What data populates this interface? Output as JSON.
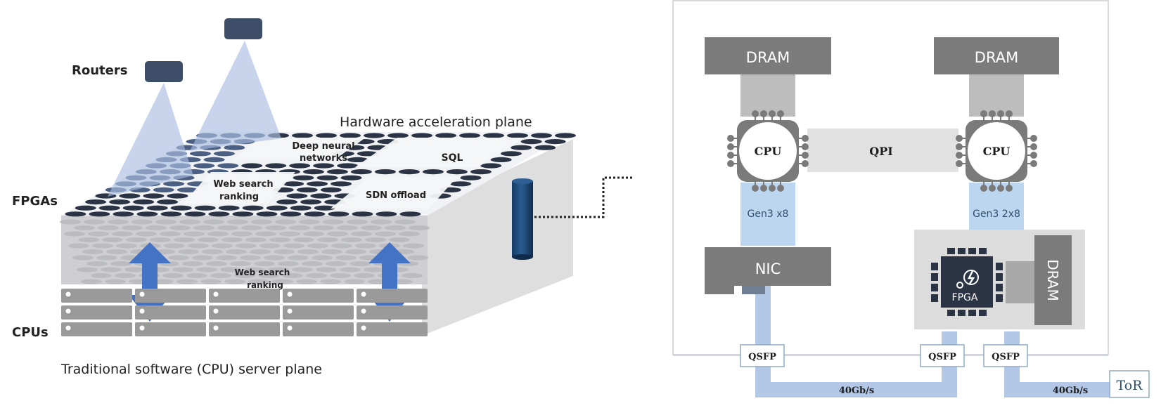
{
  "left_diagram": {
    "labels": {
      "routers": "Routers",
      "fpgas": "FPGAs",
      "cpus": "CPUs",
      "hardware_plane": "Hardware acceleration plane",
      "software_plane": "Traditional software (CPU) server plane"
    },
    "fpga_regions": [
      {
        "line1": "Deep neural",
        "line2": "networks"
      },
      {
        "line1": "SQL",
        "line2": ""
      },
      {
        "line1": "Web search",
        "line2": "ranking"
      },
      {
        "line1": "SDN offload",
        "line2": ""
      }
    ],
    "cpu_region": {
      "line1": "Web search",
      "line2": "ranking"
    },
    "server_grid": {
      "rows": 3,
      "columns": 5
    },
    "colors": {
      "router": "#3f4e68",
      "fpga_dot": "#2b3445",
      "fpga_dot_lit": "#4a5f82",
      "beam": "#a9bde0",
      "arrow": "#4472c4",
      "server": "#9a9a9a",
      "cylinder": "#1d4a78"
    }
  },
  "right_diagram": {
    "dram_left": "DRAM",
    "dram_right": "DRAM",
    "cpu_left": "CPU",
    "cpu_right": "CPU",
    "qpi": "QPI",
    "link_left": "Gen3 x8",
    "link_right": "Gen3 2x8",
    "nic": "NIC",
    "fpga": "FPGA",
    "fpga_dram": "DRAM",
    "qsfp": [
      "QSFP",
      "QSFP",
      "QSFP"
    ],
    "bandwidth_left": "40Gb/s",
    "bandwidth_right": "40Gb/s",
    "tor": "ToR",
    "colors": {
      "dram": "#7b7b7b",
      "chip": "#7a7a7a",
      "pcie": "#bcd6ef",
      "network": "#b3c7e6",
      "fpga": "#2b3445",
      "qpi": "#e1e1e1"
    }
  }
}
